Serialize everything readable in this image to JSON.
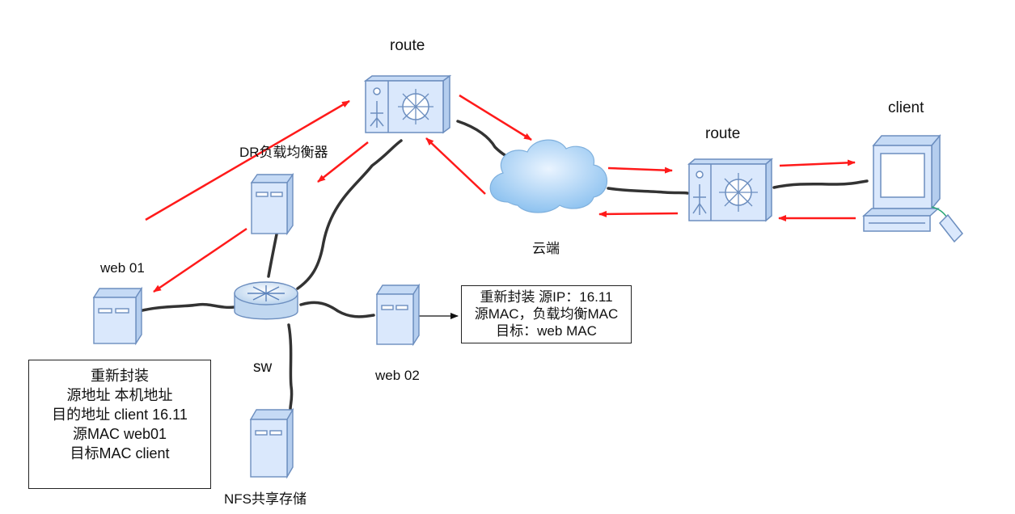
{
  "labels": {
    "route_top": "route",
    "route_right": "route",
    "client": "client",
    "dr": "DR负载均衡器",
    "cloud": "云端",
    "web01": "web 01",
    "web02": "web 02",
    "sw": "sw",
    "nfs": "NFS共享存储"
  },
  "note_web02": {
    "lines": [
      "重新封装  源IP：16.11",
      "源MAC，负载均衡MAC",
      "目标：web MAC"
    ]
  },
  "note_web01": {
    "lines": [
      "重新封装",
      "源地址  本机地址",
      "目的地址 client 16.11",
      "源MAC web01",
      "目标MAC client"
    ]
  },
  "colors": {
    "device_fill": "#dae8fc",
    "device_stroke": "#6c8ebf",
    "arrow_red": "#ff1a1a",
    "link_gray": "#333333"
  }
}
